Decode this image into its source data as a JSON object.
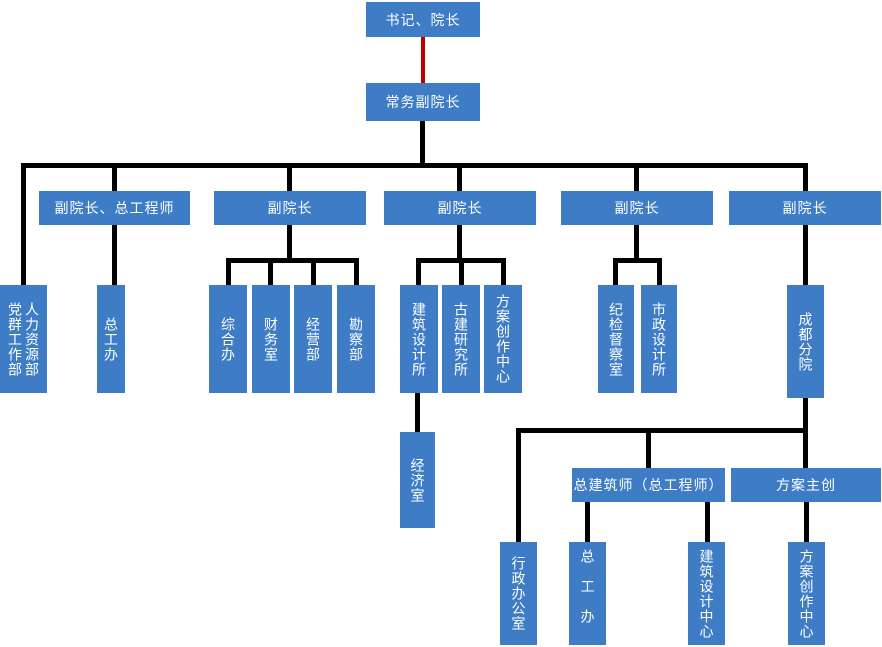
{
  "diagram_type": "org-chart",
  "colors": {
    "node_fill": "#3e7dc6",
    "node_text": "#ffffff",
    "connector": "#000000",
    "special_connector": "#c00000"
  },
  "nodes": {
    "secretary_dean": {
      "label": "书记、院长"
    },
    "executive_vice_dean": {
      "label": "常务副院长"
    },
    "vice_dean_chief_engineer": {
      "label": "副院长、总工程师"
    },
    "vice_dean_2": {
      "label": "副院长"
    },
    "vice_dean_3": {
      "label": "副院长"
    },
    "vice_dean_4": {
      "label": "副院长"
    },
    "vice_dean_5": {
      "label": "副院长"
    },
    "party_mass_dept": {
      "label": "党群工作部"
    },
    "hr_dept": {
      "label": "人力资源部"
    },
    "chief_engineer_office": {
      "label": "总工办"
    },
    "general_office": {
      "label": "综合办"
    },
    "finance_office": {
      "label": "财务室"
    },
    "business_dept": {
      "label": "经营部"
    },
    "survey_dept": {
      "label": "勘察部"
    },
    "architecture_design_institute": {
      "label": "建筑设计所"
    },
    "ancient_building_institute": {
      "label": "古建研究所"
    },
    "scheme_creation_center": {
      "label": "方案创作中心"
    },
    "economy_office": {
      "label": "经济室"
    },
    "discipline_inspection_office": {
      "label": "纪检督察室"
    },
    "municipal_design_institute": {
      "label": "市政设计所"
    },
    "chengdu_branch": {
      "label": "成都分院"
    },
    "chief_architect": {
      "label": "总建筑师（总工程师）"
    },
    "scheme_lead": {
      "label": "方案主创"
    },
    "admin_office": {
      "label": "行政办公室"
    },
    "branch_chief_engineer_office": {
      "label": "总工办"
    },
    "architecture_design_center": {
      "label": "建筑设计中心"
    },
    "branch_scheme_creation_center": {
      "label": "方案创作中心"
    }
  },
  "edges": [
    {
      "from": "secretary_dean",
      "to": "executive_vice_dean",
      "style": "red"
    },
    {
      "from": "executive_vice_dean",
      "to": "party_mass_hr_box"
    },
    {
      "from": "executive_vice_dean",
      "to": "vice_dean_chief_engineer"
    },
    {
      "from": "executive_vice_dean",
      "to": "vice_dean_2"
    },
    {
      "from": "executive_vice_dean",
      "to": "vice_dean_3"
    },
    {
      "from": "executive_vice_dean",
      "to": "vice_dean_4"
    },
    {
      "from": "executive_vice_dean",
      "to": "vice_dean_5"
    },
    {
      "from": "vice_dean_chief_engineer",
      "to": "chief_engineer_office"
    },
    {
      "from": "vice_dean_2",
      "to": "general_office"
    },
    {
      "from": "vice_dean_2",
      "to": "finance_office"
    },
    {
      "from": "vice_dean_2",
      "to": "business_dept"
    },
    {
      "from": "vice_dean_2",
      "to": "survey_dept"
    },
    {
      "from": "vice_dean_3",
      "to": "architecture_design_institute"
    },
    {
      "from": "vice_dean_3",
      "to": "ancient_building_institute"
    },
    {
      "from": "vice_dean_3",
      "to": "scheme_creation_center"
    },
    {
      "from": "architecture_design_institute",
      "to": "economy_office"
    },
    {
      "from": "vice_dean_4",
      "to": "discipline_inspection_office"
    },
    {
      "from": "vice_dean_4",
      "to": "municipal_design_institute"
    },
    {
      "from": "vice_dean_5",
      "to": "chengdu_branch"
    },
    {
      "from": "chengdu_branch",
      "to": "admin_office"
    },
    {
      "from": "chengdu_branch",
      "to": "chief_architect"
    },
    {
      "from": "chengdu_branch",
      "to": "scheme_lead"
    },
    {
      "from": "chief_architect",
      "to": "branch_chief_engineer_office"
    },
    {
      "from": "chief_architect",
      "to": "architecture_design_center"
    },
    {
      "from": "scheme_lead",
      "to": "branch_scheme_creation_center"
    }
  ]
}
